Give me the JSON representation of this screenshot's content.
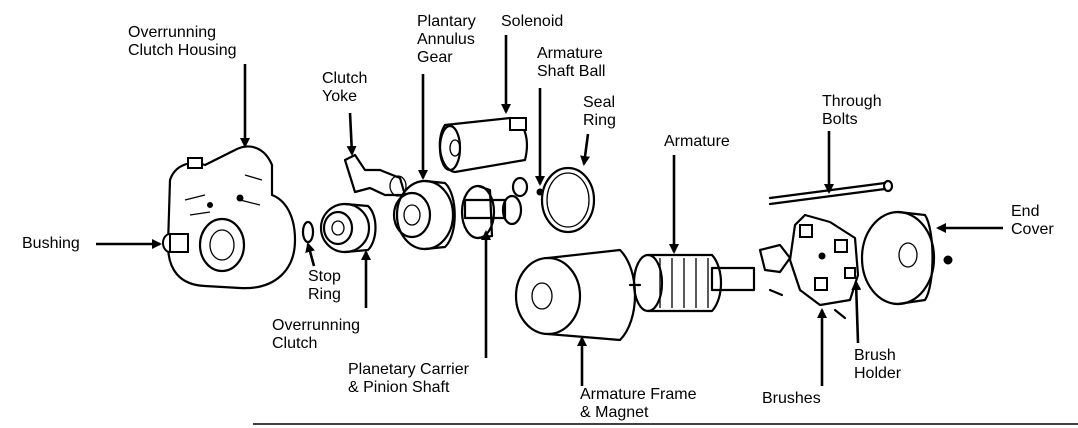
{
  "labels": {
    "overrunning_clutch_housing": [
      "Overrunning",
      "Clutch Housing"
    ],
    "planetary_annulus_gear": [
      "Plantary",
      "Annulus",
      "Gear"
    ],
    "solenoid": [
      "Solenoid"
    ],
    "armature_shaft_ball": [
      "Armature",
      "Shaft Ball"
    ],
    "clutch_yoke": [
      "Clutch",
      "Yoke"
    ],
    "seal_ring": [
      "Seal",
      "Ring"
    ],
    "through_bolts": [
      "Through",
      "Bolts"
    ],
    "armature": [
      "Armature"
    ],
    "end_cover": [
      "End",
      "Cover"
    ],
    "bushing": [
      "Bushing"
    ],
    "stop_ring": [
      "Stop",
      "Ring"
    ],
    "overrunning_clutch": [
      "Overrunning",
      "Clutch"
    ],
    "planetary_carrier": [
      "Planetary Carrier",
      "& Pinion Shaft"
    ],
    "armature_frame": [
      "Armature Frame",
      "& Magnet"
    ],
    "brushes": [
      "Brushes"
    ],
    "brush_holder": [
      "Brush",
      "Holder"
    ]
  }
}
